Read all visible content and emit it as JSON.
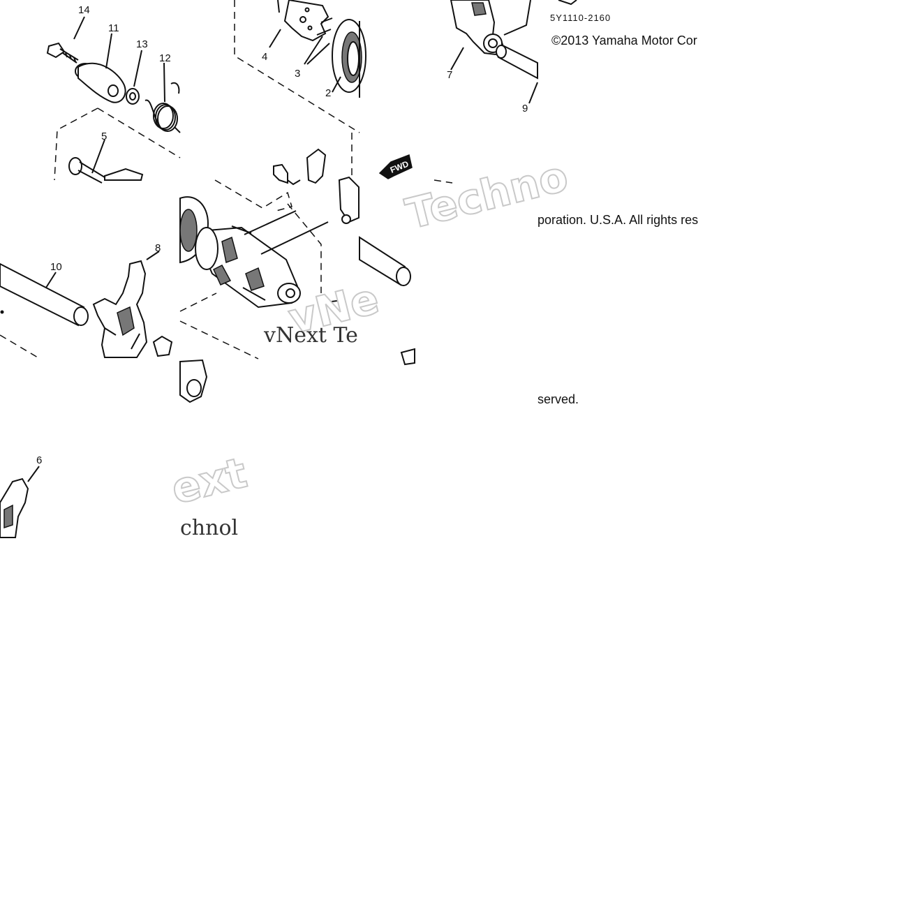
{
  "diagram": {
    "part_code": "5Y1110-2160",
    "copyright_line1": "©2013 Yamaha Motor Cor",
    "copyright_line2": "poration. U.S.A. All rights res",
    "copyright_line3": "served.",
    "fwd_label": "FWD",
    "callouts": [
      "14",
      "11",
      "13",
      "12",
      "5",
      "4",
      "3",
      "2",
      "7",
      "9",
      "10",
      "8",
      "6"
    ],
    "watermarks": {
      "techno": "Techno",
      "vnext_outline": "vNe",
      "vnext_text": "vNext Te",
      "next_outline": "ext",
      "chnol": "chnol"
    }
  }
}
